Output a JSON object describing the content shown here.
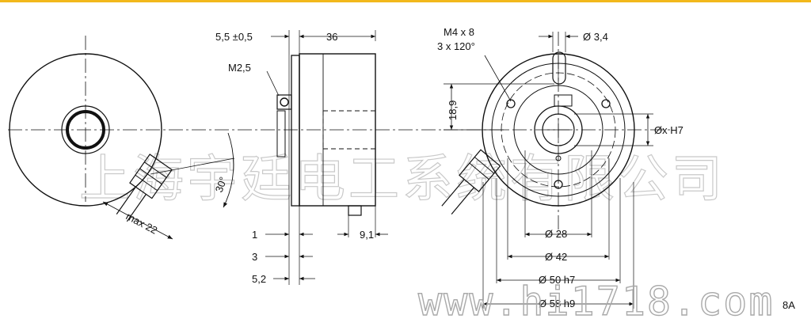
{
  "colors": {
    "top_rule": "#f2b81c",
    "line": "#111111",
    "watermark": "#c9c9c9"
  },
  "front_view": {
    "cable_length": "max 22",
    "cable_angle": "30°"
  },
  "side_view": {
    "dim_flange": "5,5 ±0,5",
    "dim_length": "36",
    "thread_label": "M2,5",
    "dim_1": "1",
    "dim_3": "3",
    "dim_5_2": "5,2",
    "dim_9_1": "9,1"
  },
  "flange_view": {
    "thread_note_1": "M4 x 8",
    "thread_note_2": "3 x 120°",
    "dim_hole": "Ø 3,4",
    "dim_18_9": "18,9",
    "dim_shaft": "Øx H7",
    "dim_28": "Ø 28",
    "dim_42": "Ø 42",
    "dim_50": "Ø 50 h7",
    "dim_58": "Ø 58 h9",
    "part_code": "8A"
  },
  "watermark": {
    "company": "上海宇廷电工系统有限公司",
    "url": "www.hi1718.com"
  }
}
